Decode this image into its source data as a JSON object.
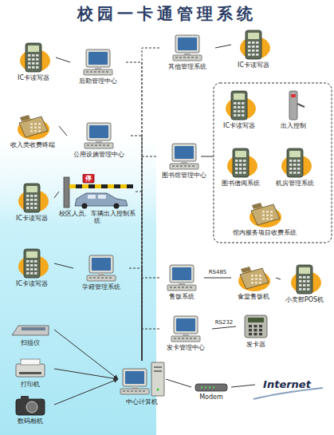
{
  "diagram": {
    "title": "校园一卡通管理系统",
    "nodes": [
      {
        "text": [
          "IC卡读写器"
        ]
      },
      {
        "text": [
          "后勤管理中心"
        ]
      },
      {
        "text": [
          "收入类收费终端"
        ]
      },
      {
        "text": [
          "公用设施管理中心"
        ]
      },
      {
        "text": [
          "IC卡读写器"
        ]
      },
      {
        "text": [
          "校区人员、车辆出入控制系统"
        ]
      },
      {
        "text": [
          "IC卡读写器"
        ]
      },
      {
        "text": [
          "学籍管理系统"
        ]
      },
      {
        "text": [
          "其他管理系统"
        ]
      },
      {
        "text": [
          "IC卡读写器"
        ]
      },
      {
        "text": [
          "图书馆管理中心"
        ]
      },
      {
        "text": [
          "IC卡读写器"
        ]
      },
      {
        "text": [
          "出入控制"
        ]
      },
      {
        "text": [
          "图书借阅系统"
        ]
      },
      {
        "text": [
          "机房管理系统"
        ]
      },
      {
        "text": [
          "馆内服务项目收费系统"
        ]
      },
      {
        "text": [
          "售饭系统"
        ]
      },
      {
        "text": [
          "食堂售饭机"
        ]
      },
      {
        "text": [
          "小卖部POS机"
        ]
      },
      {
        "text": [
          "发卡管理中心"
        ]
      },
      {
        "text": [
          "发卡器"
        ]
      },
      {
        "text": [
          "扫描仪"
        ]
      },
      {
        "text": [
          "打印机"
        ]
      },
      {
        "text": [
          "数码相机"
        ]
      },
      {
        "text": [
          "中心计算机"
        ]
      },
      {
        "text": [
          "Modem"
        ]
      },
      {
        "text": [
          "Internet"
        ]
      }
    ],
    "edges": [
      {
        "from": 0,
        "to": 1,
        "arrow": "none"
      },
      {
        "from": 2,
        "to": 3,
        "arrow": "none"
      },
      {
        "from": 4,
        "to": 5,
        "arrow": "none"
      },
      {
        "from": 6,
        "to": 7,
        "arrow": "none"
      },
      {
        "from": 9,
        "to": 8,
        "arrow": "none"
      },
      {
        "from": 16,
        "to": 17,
        "label": "RS485",
        "arrow": "none"
      },
      {
        "from": 17,
        "to": 18,
        "arrow": "none"
      },
      {
        "from": 19,
        "to": 20,
        "label": "RS232",
        "arrow": "none"
      },
      {
        "from": 1,
        "to": 24,
        "arrow": "none"
      },
      {
        "from": 3,
        "to": 24,
        "arrow": "none"
      },
      {
        "from": 5,
        "to": 24,
        "arrow": "none"
      },
      {
        "from": 7,
        "to": 24,
        "arrow": "none"
      },
      {
        "from": 8,
        "to": 24,
        "arrow": "none"
      },
      {
        "from": 10,
        "to": 24,
        "arrow": "none"
      },
      {
        "from": 16,
        "to": 24,
        "arrow": "none"
      },
      {
        "from": 19,
        "to": 24,
        "arrow": "none"
      },
      {
        "from": 21,
        "to": 24,
        "arrow": "to"
      },
      {
        "from": 22,
        "to": 24,
        "arrow": "to"
      },
      {
        "from": 23,
        "to": 24,
        "arrow": "to"
      },
      {
        "from": 24,
        "to": 25,
        "arrow": "none"
      },
      {
        "from": 25,
        "to": 26,
        "arrow": "none"
      }
    ],
    "labels": [
      "停"
    ]
  }
}
